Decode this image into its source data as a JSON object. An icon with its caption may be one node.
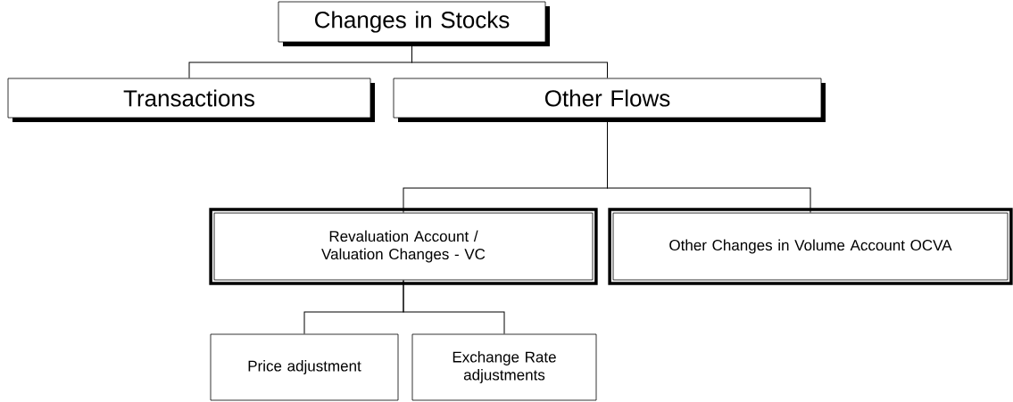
{
  "diagram": {
    "nodes": [
      {
        "text": [
          "Changes in Stocks"
        ]
      },
      {
        "text": [
          "Transactions"
        ]
      },
      {
        "text": [
          "Other Flows"
        ]
      },
      {
        "text": [
          "Revaluation Account / Valuation Changes - VC"
        ]
      },
      {
        "text": [
          "Other Changes in Volume Account OCVA"
        ]
      },
      {
        "text": [
          "Price adjustment"
        ]
      },
      {
        "text": [
          "Exchange Rate adjustments"
        ]
      }
    ],
    "edges": [
      {
        "from": 0,
        "to": 1,
        "arrow": "none"
      },
      {
        "from": 0,
        "to": 2,
        "arrow": "none"
      },
      {
        "from": 2,
        "to": 3,
        "arrow": "none"
      },
      {
        "from": 2,
        "to": 4,
        "arrow": "none"
      },
      {
        "from": 3,
        "to": 5,
        "arrow": "none"
      },
      {
        "from": 3,
        "to": 6,
        "arrow": "none"
      }
    ]
  }
}
